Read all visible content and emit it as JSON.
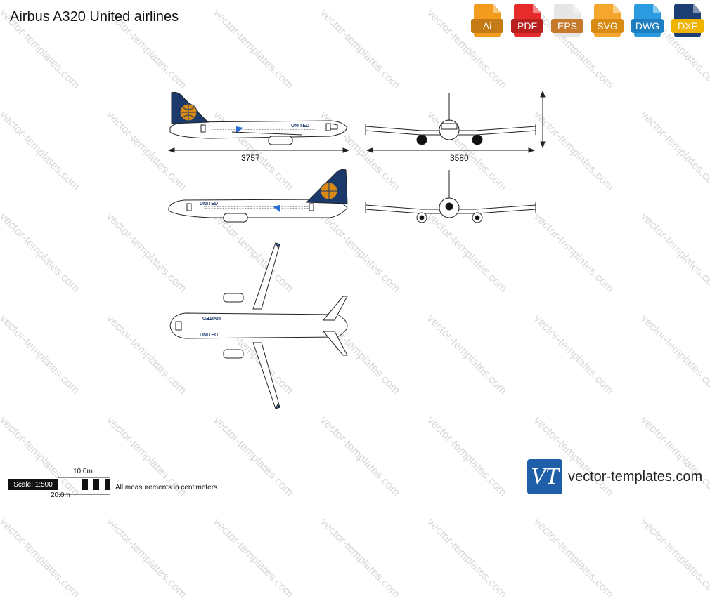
{
  "title": "Airbus A320 United airlines",
  "formats": [
    {
      "label": "Ai",
      "icon": "ai-file-icon",
      "color": "#f29b1d",
      "band": "#c47a15"
    },
    {
      "label": "PDF",
      "icon": "pdf-file-icon",
      "color": "#e52b2b",
      "band": "#b81f1f"
    },
    {
      "label": "EPS",
      "icon": "eps-file-icon",
      "color": "#e6e6e6",
      "band": "#c57a2b"
    },
    {
      "label": "SVG",
      "icon": "svg-file-icon",
      "color": "#f4a72c",
      "band": "#d98a12"
    },
    {
      "label": "DWG",
      "icon": "dwg-file-icon",
      "color": "#2a9be0",
      "band": "#1d7ec0"
    },
    {
      "label": "DXF",
      "icon": "dxf-file-icon",
      "color": "#1e3f73",
      "band": "#f0b400"
    }
  ],
  "watermark": "vector-templates.com",
  "dimensions": {
    "length": "3757",
    "wingspan": "3580"
  },
  "scale": {
    "label": "Scale: 1:500",
    "top_mark": "10.0m",
    "bottom_mark": "20.0m"
  },
  "note": "All measurements in centimeters.",
  "logo": {
    "mark": "VT",
    "text": "vector-templates.com"
  },
  "colors": {
    "livery_blue": "#1b3a6b",
    "globe_gold": "#d98a12",
    "accent_blue": "#2a6fd6"
  }
}
